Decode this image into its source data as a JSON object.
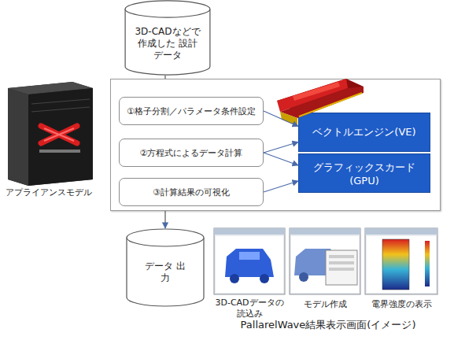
{
  "diagram": {
    "caption": "PallarelWave結果表示画面(イメージ)",
    "nodes": [
      {
        "text": [
          "3D-CADなどで 作成した 設計データ"
        ]
      },
      {
        "text": []
      },
      {
        "text": [
          "①格子分割／パラメータ条件設定"
        ],
        "in": 1
      },
      {
        "text": [
          "②方程式によるデータ計算"
        ],
        "in": 1
      },
      {
        "text": [
          "③計算結果の可視化"
        ],
        "in": 1
      },
      {
        "text": [
          "ベクトルエンジン(VE)"
        ],
        "in": 1
      },
      {
        "text": [
          "グラフィックスカード(GPU)"
        ],
        "in": 1
      },
      {
        "text": [
          "データ 出力"
        ]
      }
    ],
    "edges": [
      {
        "from": 0,
        "to": 1,
        "arrow": "none"
      },
      {
        "from": 1,
        "to": 7,
        "arrow": "to"
      },
      {
        "from": 2,
        "to": 5,
        "arrow": "to"
      },
      {
        "from": 3,
        "to": 5,
        "arrow": "to"
      },
      {
        "from": 3,
        "to": 6,
        "arrow": "to"
      },
      {
        "from": 4,
        "to": 6,
        "arrow": "to"
      }
    ],
    "labels": [
      "アプライアンスモデル",
      "3D-CADデータの 読込み",
      "モデル作成",
      "電界強度の表示"
    ]
  }
}
